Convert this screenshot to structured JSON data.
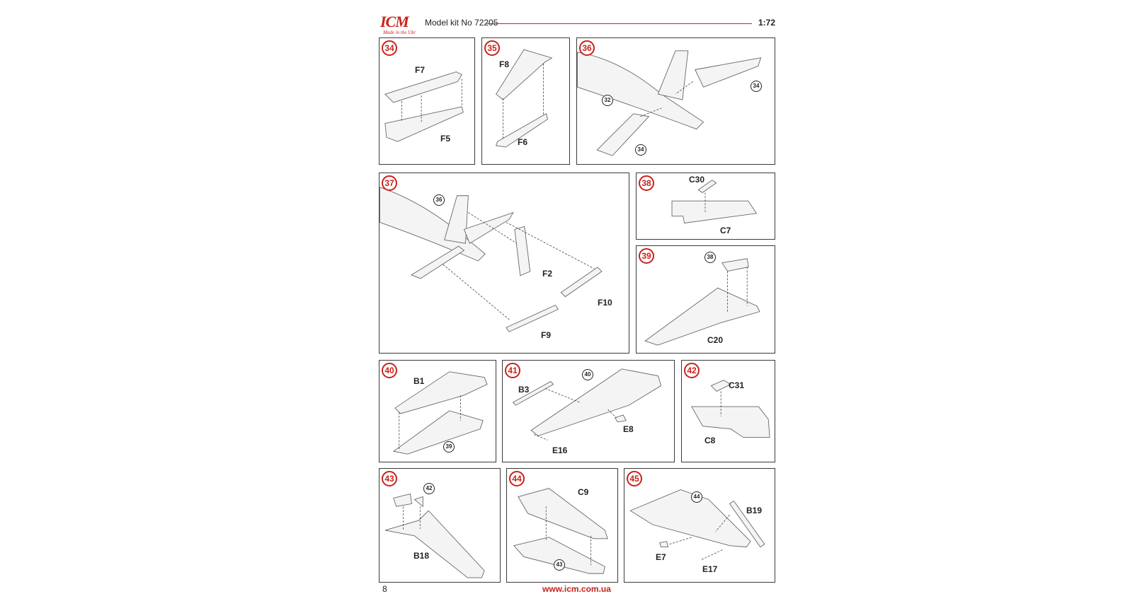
{
  "header": {
    "logo": "ICM",
    "logo_tagline": "Made in the Ukr",
    "kit_label": "Model kit No 72205",
    "scale": "1:72"
  },
  "colors": {
    "accent": "#c8221b",
    "frame": "#3a3a3a"
  },
  "steps": {
    "s34": {
      "number": "34",
      "parts": [
        "F7",
        "F5"
      ]
    },
    "s35": {
      "number": "35",
      "parts": [
        "F8",
        "F6"
      ]
    },
    "s36": {
      "number": "36",
      "refs": [
        "32",
        "34",
        "34"
      ]
    },
    "s37": {
      "number": "37",
      "refs": [
        "36"
      ],
      "parts": [
        "F2",
        "F10",
        "F9"
      ]
    },
    "s38": {
      "number": "38",
      "parts": [
        "C30",
        "C7"
      ]
    },
    "s39": {
      "number": "39",
      "refs": [
        "38"
      ],
      "parts": [
        "C20"
      ]
    },
    "s40": {
      "number": "40",
      "refs": [
        "39"
      ],
      "parts": [
        "B1"
      ]
    },
    "s41": {
      "number": "41",
      "refs": [
        "40"
      ],
      "parts": [
        "B3",
        "E8",
        "E16"
      ]
    },
    "s42": {
      "number": "42",
      "parts": [
        "C31",
        "C8"
      ]
    },
    "s43": {
      "number": "43",
      "refs": [
        "42"
      ],
      "parts": [
        "B18"
      ]
    },
    "s44": {
      "number": "44",
      "refs": [
        "43"
      ],
      "parts": [
        "C9"
      ]
    },
    "s45": {
      "number": "45",
      "refs": [
        "44"
      ],
      "parts": [
        "B19",
        "E7",
        "E17"
      ]
    }
  },
  "footer": {
    "page_number": "8",
    "url": "www.icm.com.ua"
  }
}
